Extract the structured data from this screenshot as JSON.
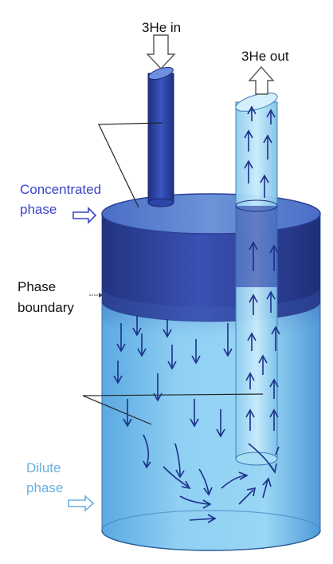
{
  "labels": {
    "he3_in": "3He in",
    "he3_out": "3He out",
    "concentrated_line1": "Concentrated",
    "concentrated_line2": "phase",
    "boundary_line1": "Phase",
    "boundary_line2": "boundary",
    "dilute_line1": "Dilute",
    "dilute_line2": "phase"
  },
  "colors": {
    "concentrated_text": "#3b43c8",
    "dilute_text": "#6aaee0",
    "concentrated_liquid": "#2e3fa0",
    "dilute_liquid": "#7cc3ec",
    "flow_arrow": "#1c2f8a"
  }
}
